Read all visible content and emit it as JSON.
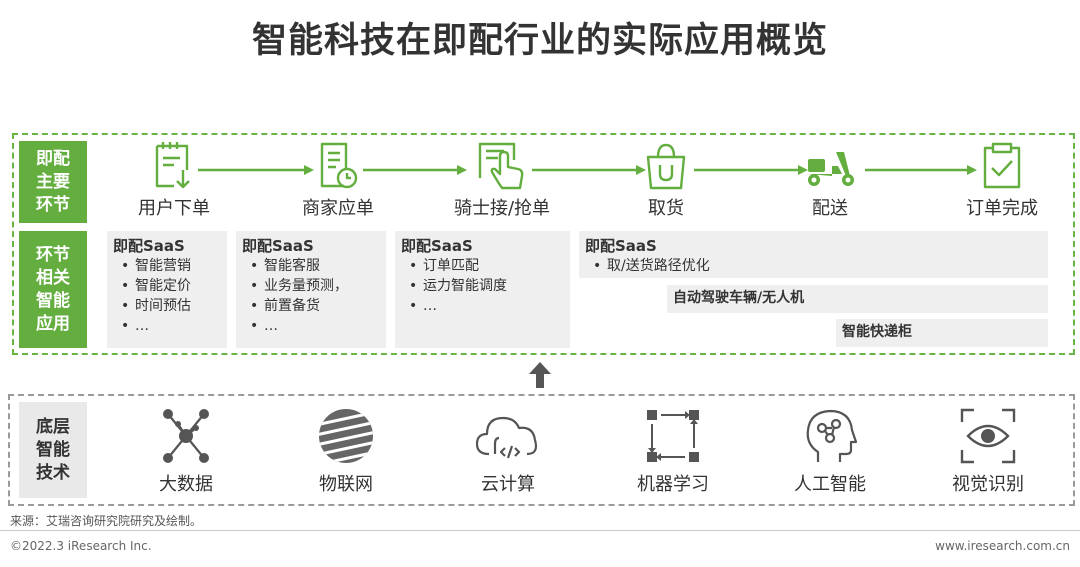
{
  "title": "智能科技在即配行业的实际应用概览",
  "main_links_label": "即配主要环节",
  "main_links_lines": [
    "即配",
    "主要",
    "环节"
  ],
  "smart_apps_lines": [
    "环节",
    "相关",
    "智能",
    "应用"
  ],
  "tech_label_lines": [
    "底层",
    "智能",
    "技术"
  ],
  "steps": [
    {
      "label": "用户下单",
      "icon": "order-form-icon"
    },
    {
      "label": "商家应单",
      "icon": "receipt-clock-icon"
    },
    {
      "label": "骑士接/抢单",
      "icon": "hand-tap-icon"
    },
    {
      "label": "取货",
      "icon": "shopping-bag-icon"
    },
    {
      "label": "配送",
      "icon": "scooter-icon"
    },
    {
      "label": "订单完成",
      "icon": "clipboard-check-icon"
    }
  ],
  "saas_panels": [
    {
      "title": "即配SaaS",
      "items": [
        "智能营销",
        "智能定价",
        "时间预估",
        "…"
      ]
    },
    {
      "title": "即配SaaS",
      "items": [
        "智能客服",
        "业务量预测，",
        "前置备货",
        "…"
      ]
    },
    {
      "title": "即配SaaS",
      "items": [
        "订单匹配",
        "运力智能调度",
        "…"
      ]
    },
    {
      "title": "即配SaaS",
      "items": [
        "取/送货路径优化"
      ]
    }
  ],
  "bars": [
    "自动驾驶车辆/无人机",
    "智能快递柜"
  ],
  "technologies": [
    {
      "label": "大数据",
      "icon": "network-nodes-icon"
    },
    {
      "label": "物联网",
      "icon": "globe-stripes-icon"
    },
    {
      "label": "云计算",
      "icon": "cloud-code-icon"
    },
    {
      "label": "机器学习",
      "icon": "matrix-arrows-icon"
    },
    {
      "label": "人工智能",
      "icon": "brain-head-icon"
    },
    {
      "label": "视觉识别",
      "icon": "eye-scan-icon"
    }
  ],
  "source": "来源：艾瑞咨询研究院研究及绘制。",
  "copyright": "©2022.3 iResearch Inc.",
  "website": "www.iresearch.com.cn",
  "colors": {
    "accent": "#63ae3f",
    "panel": "#efefef",
    "gray_border": "#9a9a9a"
  }
}
